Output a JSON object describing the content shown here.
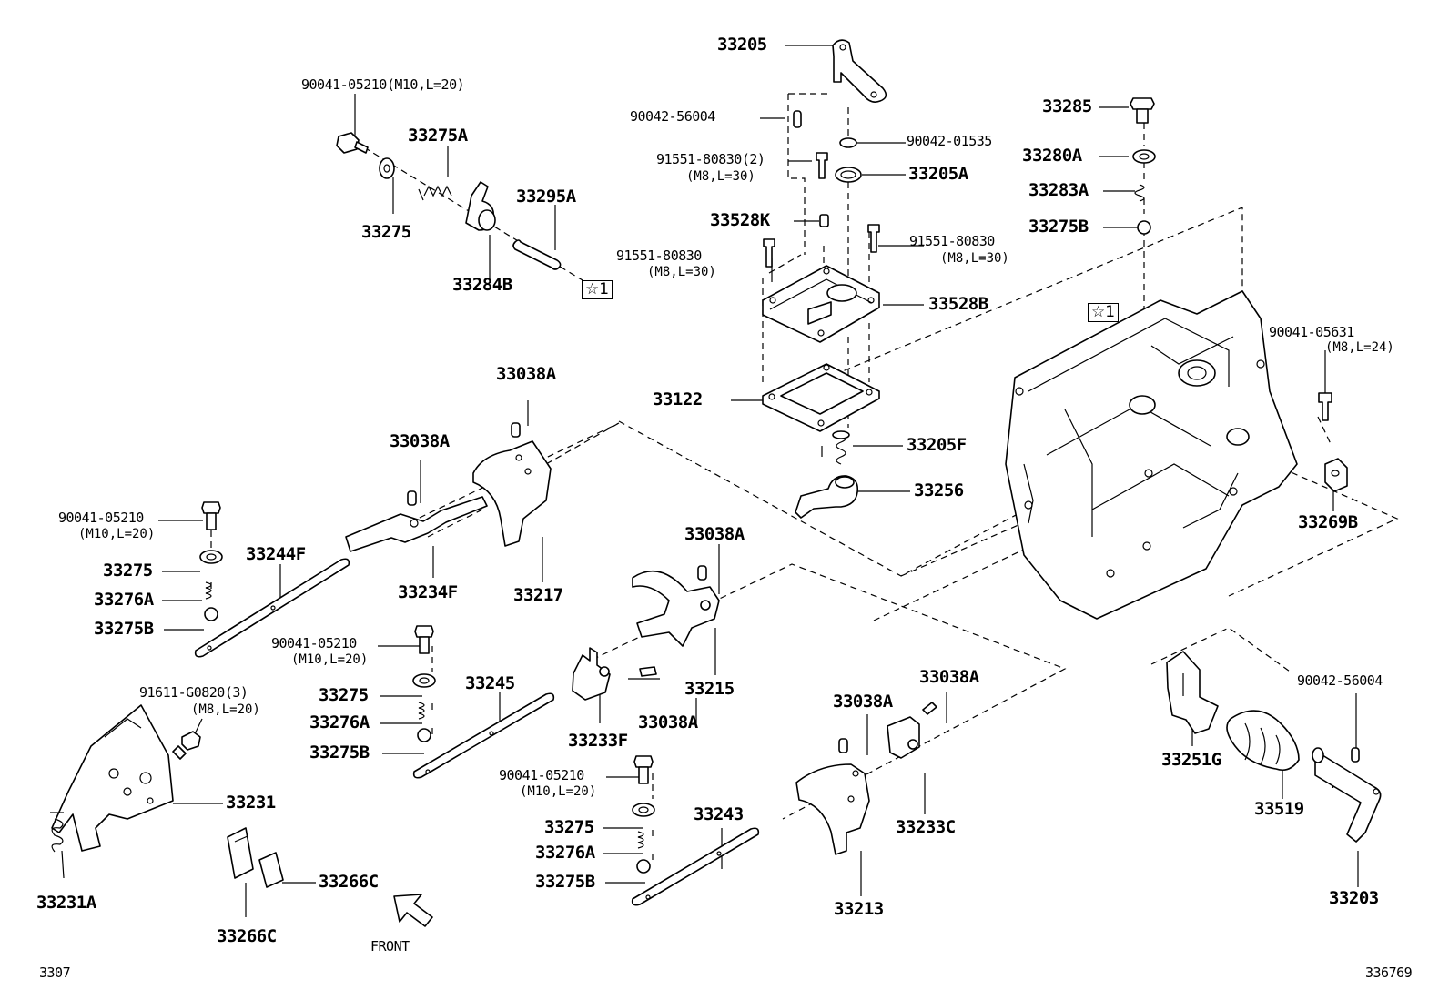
{
  "labels": {
    "p33205": "33205",
    "p90041_05210_top": "90041-05210(M10,L=20)",
    "p33275A": "33275A",
    "p33295A": "33295A",
    "p33275_top": "33275",
    "p33284B": "33284B",
    "p90042_56004_top": "90042-56004",
    "p90042_01535": "90042-01535",
    "p91551_80830_2": "91551-80830(2)",
    "p91551_80830_2_spec": "(M8,L=30)",
    "p33205A": "33205A",
    "p33528K": "33528K",
    "p91551_80830_left": "91551-80830",
    "p91551_80830_left_spec": "(M8,L=30)",
    "p91551_80830_right": "91551-80830",
    "p91551_80830_right_spec": "(M8,L=30)",
    "p33528B": "33528B",
    "p33122": "33122",
    "p33205F": "33205F",
    "p33256": "33256",
    "p33285": "33285",
    "p33280A": "33280A",
    "p33283A": "33283A",
    "p33275B_top": "33275B",
    "p90041_05631": "90041-05631",
    "p90041_05631_spec": "(M8,L=24)",
    "p33269B": "33269B",
    "p33038A_1": "33038A",
    "p33038A_2": "33038A",
    "p90041_05210_a": "90041-05210",
    "p90041_05210_a_spec": "(M10,L=20)",
    "p33275_a": "33275",
    "p33276A_a": "33276A",
    "p33275B_a": "33275B",
    "p33244F": "33244F",
    "p33234F": "33234F",
    "p33217": "33217",
    "p33038A_3": "33038A",
    "p33215": "33215",
    "p90041_05210_b": "90041-05210",
    "p90041_05210_b_spec": "(M10,L=20)",
    "p33275_b": "33275",
    "p33276A_b": "33276A",
    "p33275B_b": "33275B",
    "p33245": "33245",
    "p33233F": "33233F",
    "p33038A_4": "33038A",
    "p91611_G0820": "91611-G0820(3)",
    "p91611_G0820_spec": "(M8,L=20)",
    "p33231": "33231",
    "p33231A": "33231A",
    "p33266C_r": "33266C",
    "p33266C_b": "33266C",
    "front": "FRONT",
    "p90041_05210_c": "90041-05210",
    "p90041_05210_c_spec": "(M10,L=20)",
    "p33275_c": "33275",
    "p33276A_c": "33276A",
    "p33275B_c": "33275B",
    "p33243": "33243",
    "p33038A_5": "33038A",
    "p33038A_6": "33038A",
    "p33213": "33213",
    "p33233C": "33233C",
    "p33251G": "33251G",
    "p33519": "33519",
    "p90042_56004_r": "90042-56004",
    "p33203": "33203",
    "ref_star1_a": "☆1",
    "ref_star1_b": "☆1",
    "code_left": "3307",
    "code_right": "336769"
  }
}
